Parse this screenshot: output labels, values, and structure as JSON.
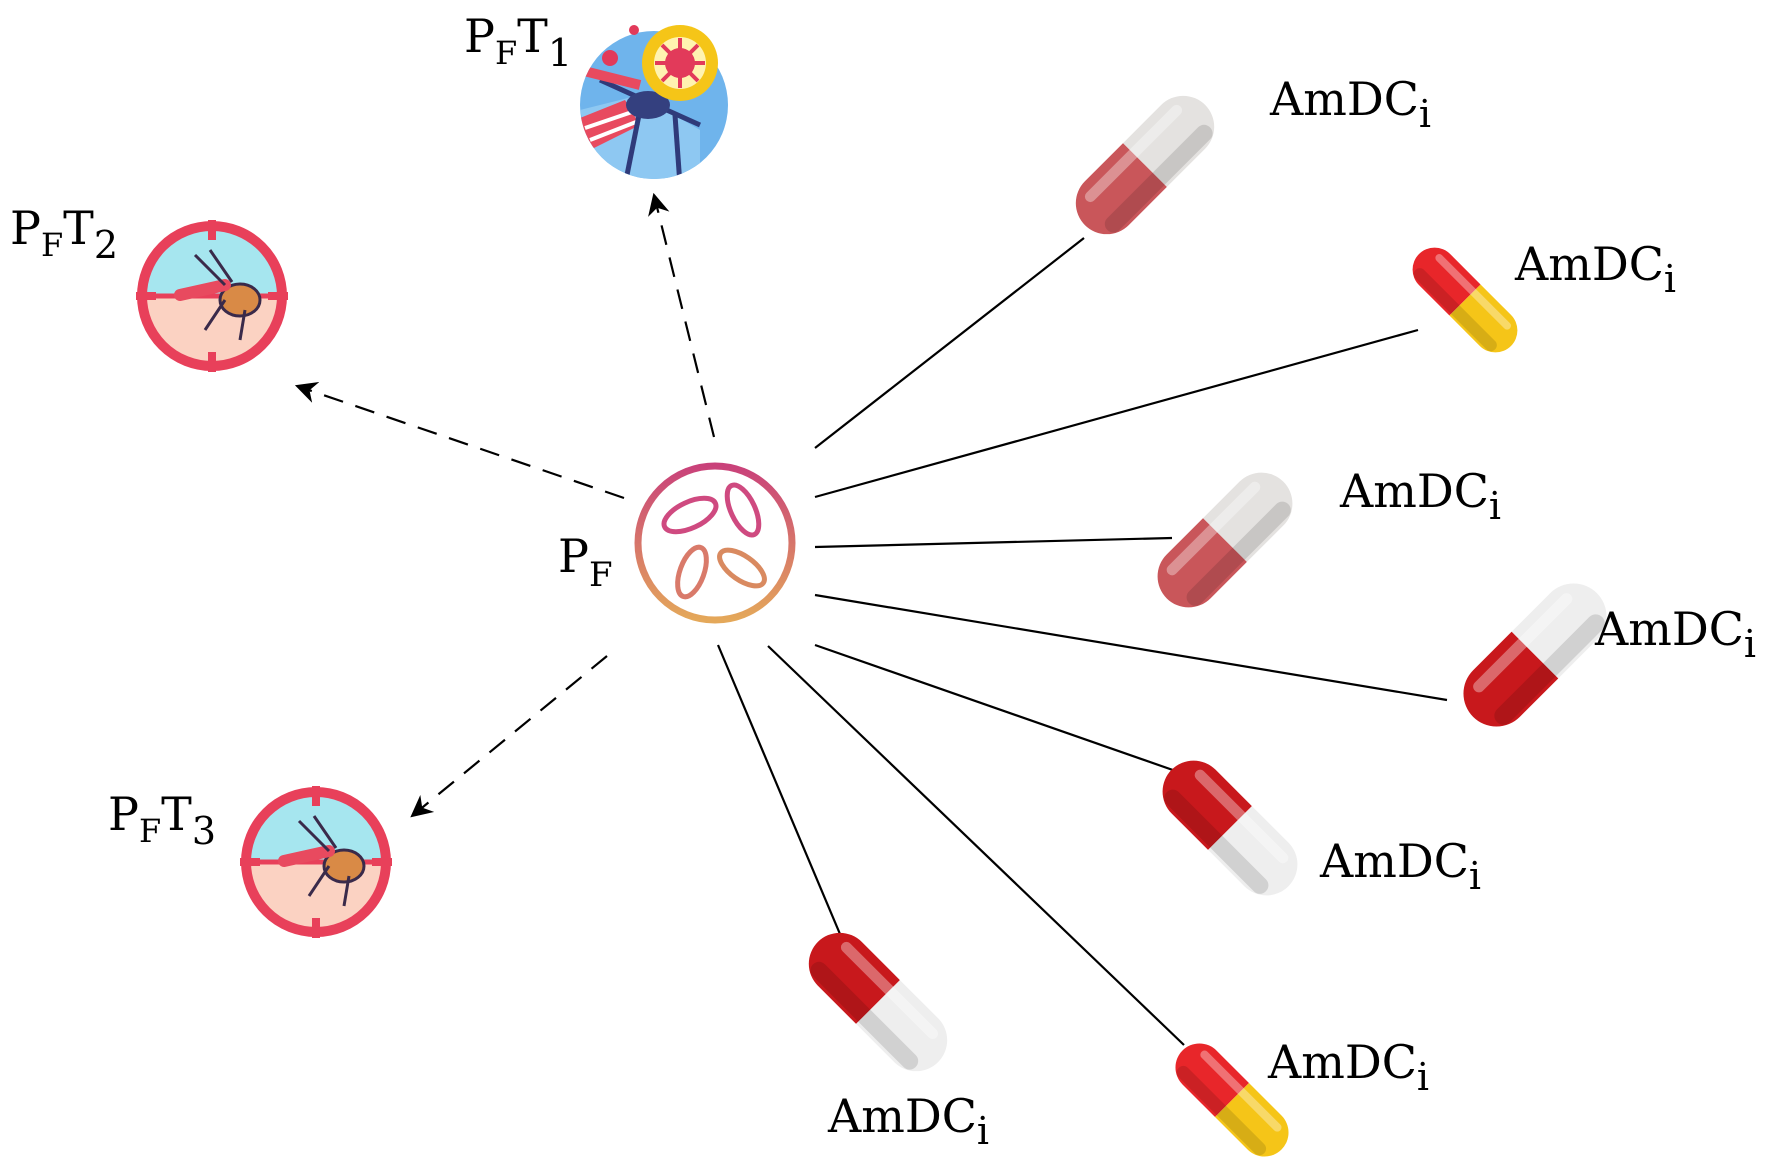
{
  "center": {
    "label_main": "P",
    "label_sub": "F",
    "icon": "parasite-cell-icon"
  },
  "targets": [
    {
      "id": "t1",
      "main": "P",
      "sub": "F",
      "main2": "T",
      "sub2": "1",
      "icon": "mosquito-virus-icon"
    },
    {
      "id": "t2",
      "main": "P",
      "sub": "F",
      "main2": "T",
      "sub2": "2",
      "icon": "mosquito-target-icon"
    },
    {
      "id": "t3",
      "main": "P",
      "sub": "F",
      "main2": "T",
      "sub2": "3",
      "icon": "mosquito-target-icon"
    }
  ],
  "drugs": [
    {
      "id": "d1",
      "main": "AmDC",
      "sub": "i",
      "icon": "capsule-icon",
      "colors": [
        "#c9565a",
        "#e4e2e0"
      ]
    },
    {
      "id": "d2",
      "main": "AmDC",
      "sub": "i",
      "icon": "capsule-icon",
      "colors": [
        "#e8262a",
        "#f5c518"
      ]
    },
    {
      "id": "d3",
      "main": "AmDC",
      "sub": "i",
      "icon": "capsule-icon",
      "colors": [
        "#c9565a",
        "#e4e2e0"
      ]
    },
    {
      "id": "d4",
      "main": "AmDC",
      "sub": "i",
      "icon": "capsule-icon",
      "colors": [
        "#c8181c",
        "#eeeeee"
      ]
    },
    {
      "id": "d5",
      "main": "AmDC",
      "sub": "i",
      "icon": "capsule-icon",
      "colors": [
        "#c8181c",
        "#eeeeee"
      ]
    },
    {
      "id": "d6",
      "main": "AmDC",
      "sub": "i",
      "icon": "capsule-icon",
      "colors": [
        "#e8262a",
        "#f5c518"
      ]
    },
    {
      "id": "d7",
      "main": "AmDC",
      "sub": "i",
      "icon": "capsule-icon",
      "colors": [
        "#c8181c",
        "#eeeeee"
      ]
    }
  ]
}
